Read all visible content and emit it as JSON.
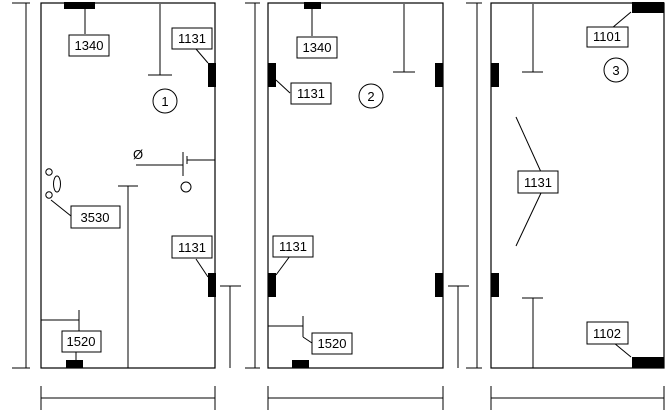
{
  "panels": [
    {
      "number": "1",
      "labels": {
        "top": "1340",
        "hinge_upper": "1131",
        "hinge_lower": "1131",
        "handle": "3530",
        "bottom": "1520"
      },
      "lock_symbol": "Ø"
    },
    {
      "number": "2",
      "labels": {
        "top": "1340",
        "hinge_upper": "1131",
        "hinge_lower": "1131",
        "bottom": "1520"
      }
    },
    {
      "number": "3",
      "labels": {
        "top": "1101",
        "hinges": "1131",
        "bottom": "1102"
      }
    }
  ]
}
